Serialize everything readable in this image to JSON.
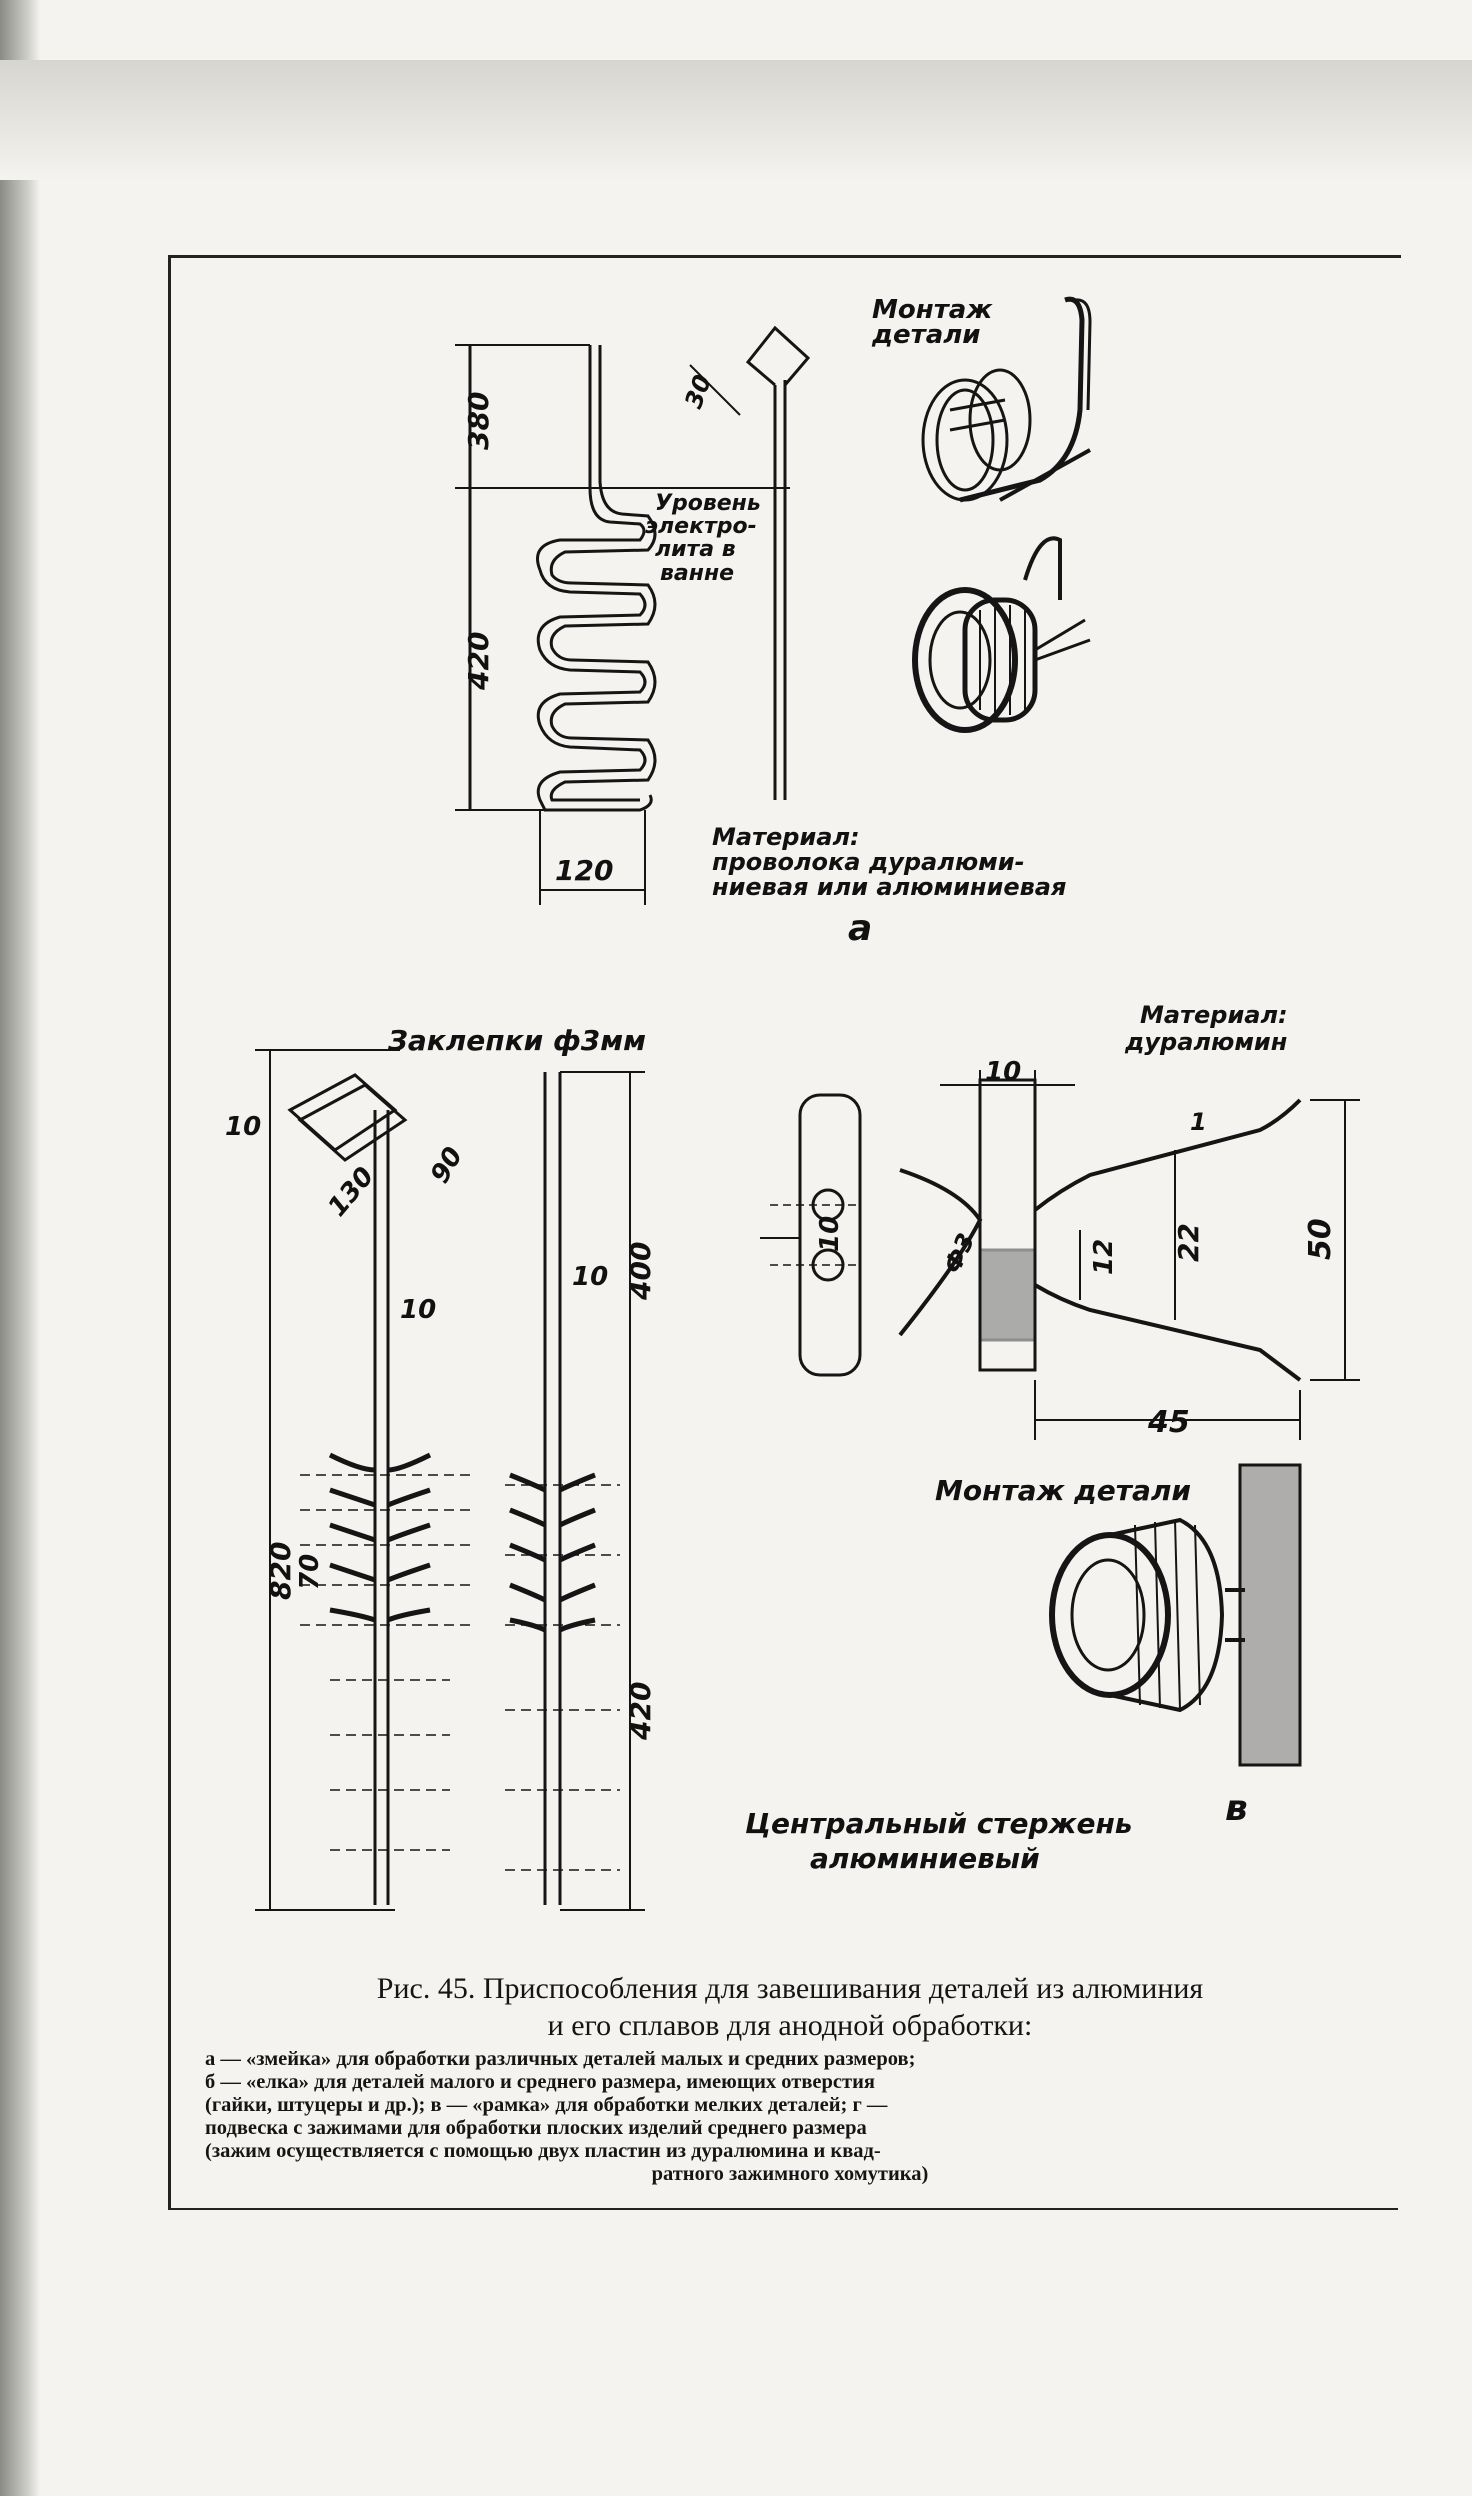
{
  "panel_a": {
    "label": "а",
    "heading": [
      "Монтаж",
      "детали"
    ],
    "level_label": [
      "Уровень",
      "электро-",
      "лита в",
      "ванне"
    ],
    "material_label": [
      "Материал:",
      "проволока дуралюми-",
      "ниевая или алюминиевая"
    ],
    "dims": {
      "top": "380",
      "middle": "420",
      "width": "120",
      "angle": "30"
    }
  },
  "panel_b": {
    "rivets_label": "Заклепки ф3мм",
    "dims": {
      "top_left": "10",
      "w130": "130",
      "w90": "90",
      "rod": "10",
      "total": "820",
      "pitch": "70",
      "rod2": "10",
      "upper": "400",
      "lower": "420"
    },
    "center_rod_label": [
      "Центральный стержень",
      "алюминиевый"
    ]
  },
  "panel_c": {
    "material_label": [
      "Материал:",
      "дуралюмин"
    ],
    "dims": {
      "w10": "10",
      "gap10": "10",
      "dia": "Ф3",
      "d1": "1",
      "d12": "12",
      "d22": "22",
      "d50": "50",
      "d45": "45"
    },
    "mount_label": "Монтаж детали",
    "label": "в"
  },
  "caption": {
    "title_line1": "Рис. 45. Приспособления для завешивания деталей из алюминия",
    "title_line2": "и его сплавов для анодной обработки:",
    "body_lines": [
      "а — «змейка» для обработки различных деталей малых и средних размеров;",
      "б — «елка» для деталей малого и среднего размера, имеющих отверстия",
      "(гайки, штуцеры и др.); в — «рамка» для обработки мелких деталей; г —",
      "подвеска с зажимами для обработки плоских изделий среднего размера",
      "(зажим осуществляется с помощью двух пластин из дуралюмина и квад-",
      "ратного зажимного хомутика)"
    ]
  }
}
